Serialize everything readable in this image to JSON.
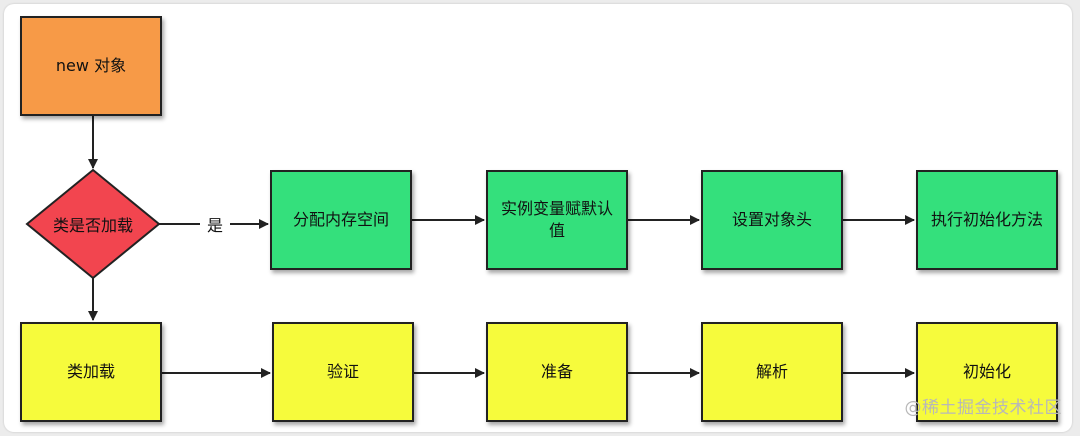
{
  "diagram": {
    "start_node": "new 对象",
    "decision_node": "类是否加载",
    "yes_label": "是",
    "green_row": [
      "分配内存空间",
      "实例变量赋默认值",
      "设置对象头",
      "执行初始化方法"
    ],
    "yellow_row": [
      "类加载",
      "验证",
      "准备",
      "解析",
      "初始化"
    ]
  },
  "watermark": "@稀土掘金技术社区",
  "colors": {
    "start": "#f79a47",
    "decision": "#f2454f",
    "green_box": "#34e07c",
    "yellow_box": "#f6fb3c",
    "line": "#222222"
  }
}
